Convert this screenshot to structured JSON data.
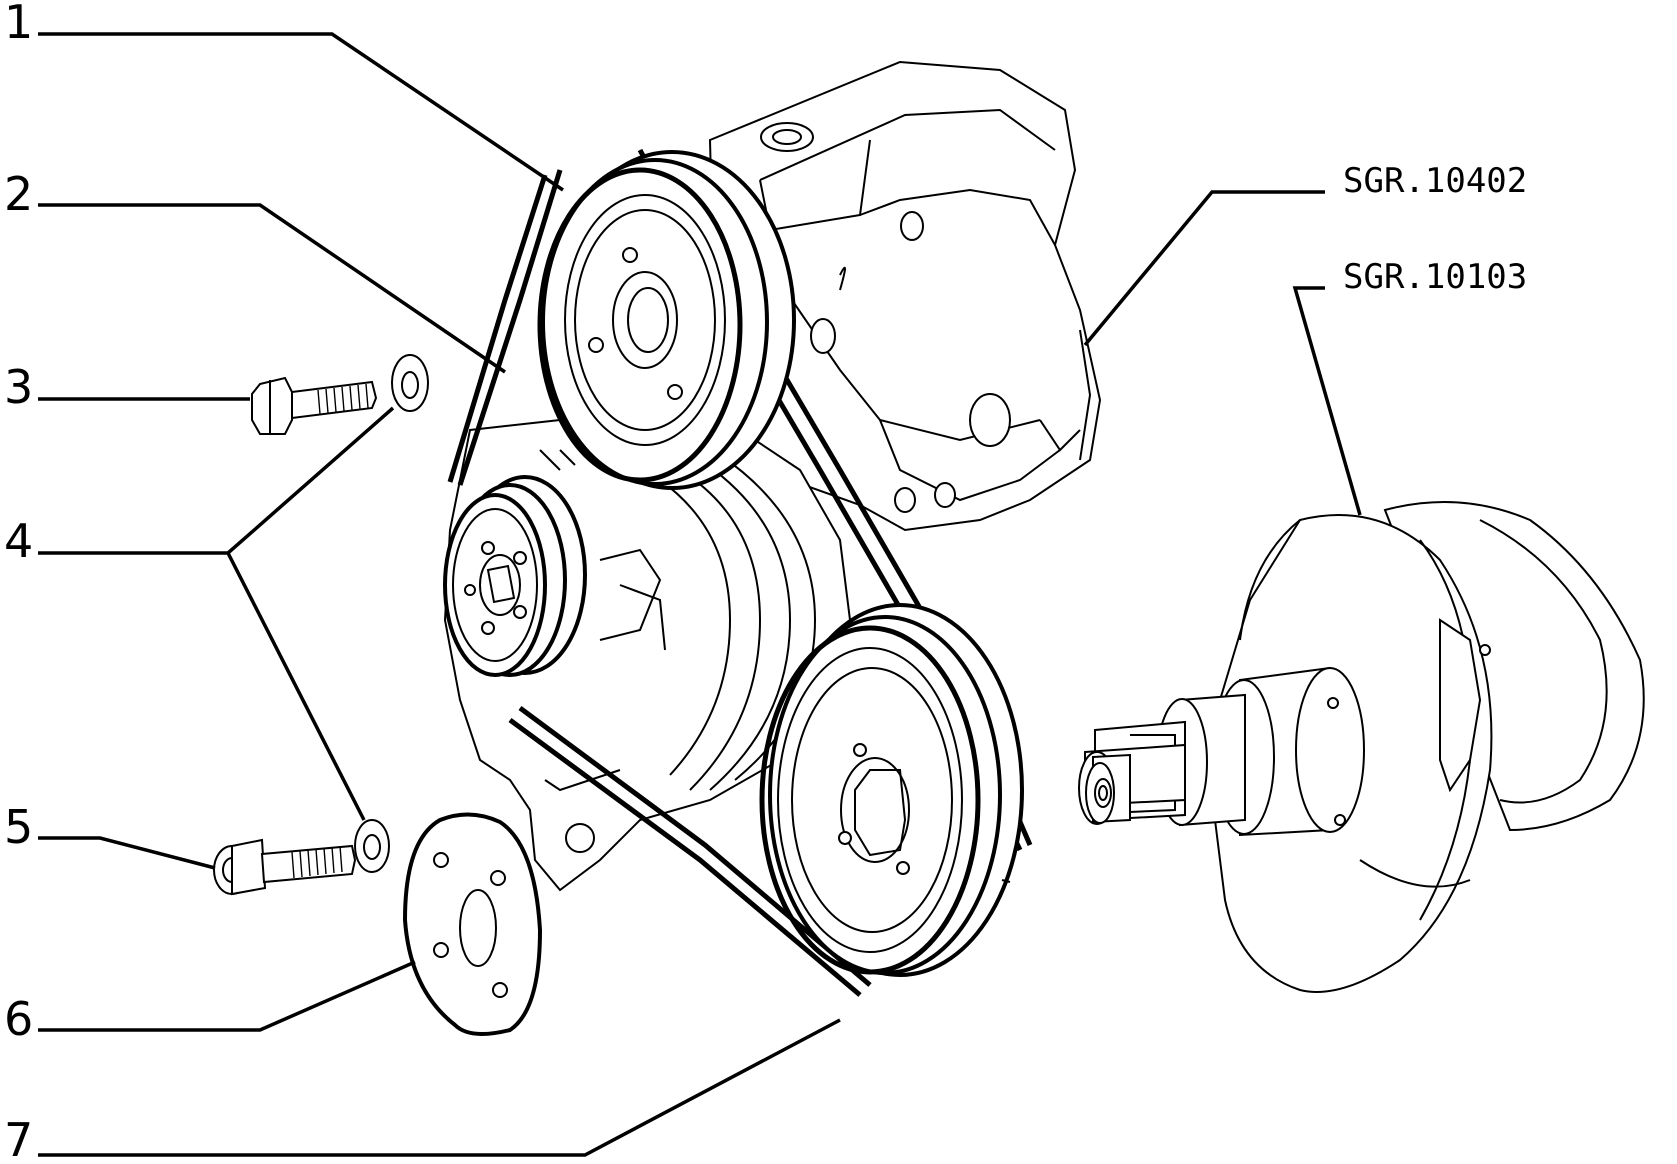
{
  "callouts": [
    {
      "id": "1",
      "label": "1"
    },
    {
      "id": "2",
      "label": "2"
    },
    {
      "id": "3",
      "label": "3"
    },
    {
      "id": "4",
      "label": "4"
    },
    {
      "id": "5",
      "label": "5"
    },
    {
      "id": "6",
      "label": "6"
    },
    {
      "id": "7",
      "label": "7"
    }
  ],
  "references": [
    {
      "id": "power-steering-pump",
      "label": "SGR.10402"
    },
    {
      "id": "crankshaft",
      "label": "SGR.10103"
    }
  ]
}
